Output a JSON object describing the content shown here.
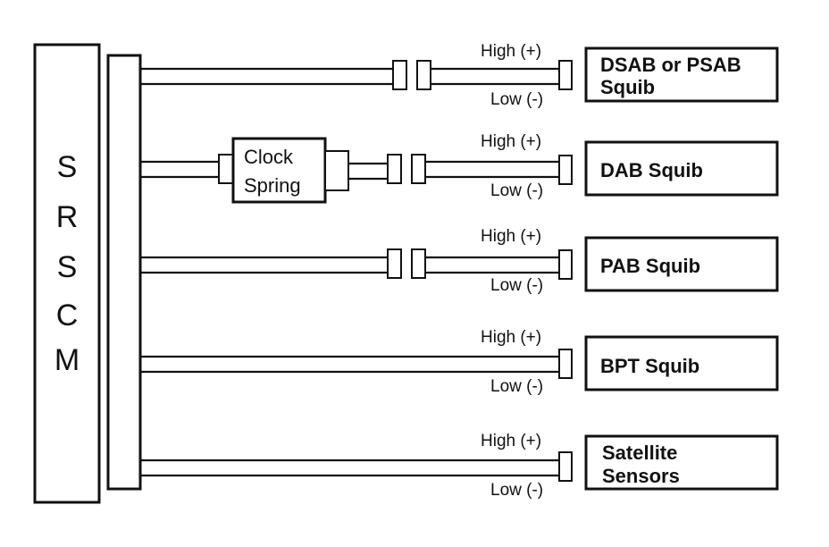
{
  "module": {
    "letters": [
      "S",
      "R",
      "S",
      "C",
      "M"
    ]
  },
  "clock_spring": {
    "line1": "Clock",
    "line2": "Spring"
  },
  "circuits": [
    {
      "high": "High (+)",
      "low": "Low (-)",
      "device": [
        "DSAB or PSAB",
        "Squib"
      ]
    },
    {
      "high": "High (+)",
      "low": "Low (-)",
      "device": [
        "DAB Squib"
      ]
    },
    {
      "high": "High (+)",
      "low": "Low (-)",
      "device": [
        "PAB Squib"
      ]
    },
    {
      "high": "High (+)",
      "low": "Low (-)",
      "device": [
        "BPT  Squib"
      ]
    },
    {
      "high": "High (+)",
      "low": "Low (-)",
      "device": [
        "Satellite",
        "Sensors"
      ]
    }
  ]
}
